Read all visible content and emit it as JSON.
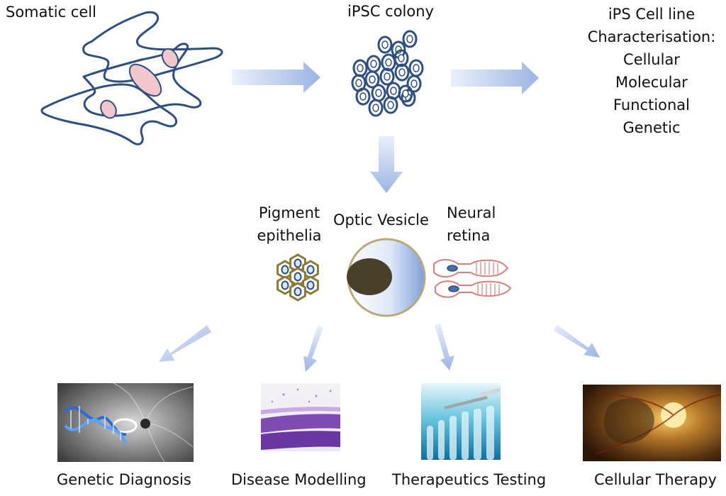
{
  "labels": {
    "somatic_cell": "Somatic cell",
    "ipsc_colony": "iPSC colony",
    "characterisation": {
      "title_line1": "iPS Cell line",
      "title_line2": "Characterisation:",
      "items": [
        "Cellular",
        "Molecular",
        "Functional",
        "Genetic"
      ]
    },
    "pigment_epithelia": [
      "Pigment",
      "epithelia"
    ],
    "optic_vesicle": "Optic Vesicle",
    "neural_retina": [
      "Neural",
      "retina"
    ]
  },
  "applications": [
    {
      "label": "Genetic Diagnosis",
      "icon": "dna-helix-fundus-image"
    },
    {
      "label": "Disease Modelling",
      "icon": "retina-histology-image"
    },
    {
      "label": "Therapeutics Testing",
      "icon": "test-tubes-pipette-image"
    },
    {
      "label": "Cellular Therapy",
      "icon": "fundus-photo-image"
    }
  ],
  "colors": {
    "cell_outline": "#2e4f7f",
    "nucleus_fill": "#f2c7cc",
    "arrow": "#a9bde6",
    "hex_outline": "#8a7a3a",
    "neural_outline": "#d98080",
    "optic_dark": "#4a3f2a"
  }
}
